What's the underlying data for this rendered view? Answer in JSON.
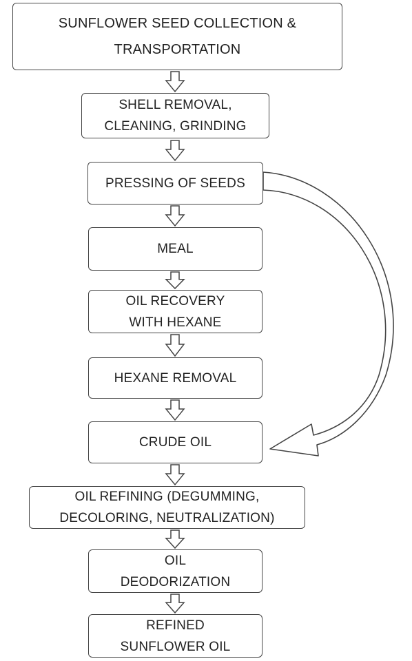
{
  "steps": [
    {
      "id": "s1",
      "label": "SUNFLOWER SEED COLLECTION &\nTRANSPORTATION"
    },
    {
      "id": "s2",
      "label": "SHELL REMOVAL,\nCLEANING, GRINDING"
    },
    {
      "id": "s3",
      "label": "PRESSING OF SEEDS"
    },
    {
      "id": "s4",
      "label": "MEAL"
    },
    {
      "id": "s5",
      "label": "OIL RECOVERY\nWITH HEXANE"
    },
    {
      "id": "s6",
      "label": "HEXANE REMOVAL"
    },
    {
      "id": "s7",
      "label": "CRUDE OIL"
    },
    {
      "id": "s8",
      "label": "OIL REFINING (DEGUMMING,\nDECOLORING, NEUTRALIZATION)"
    },
    {
      "id": "s9",
      "label": "OIL\nDEODORIZATION"
    },
    {
      "id": "s10",
      "label": "REFINED\nSUNFLOWER OIL"
    }
  ],
  "edges": [
    {
      "from": "s1",
      "to": "s2",
      "kind": "down-arrow"
    },
    {
      "from": "s2",
      "to": "s3",
      "kind": "down-arrow"
    },
    {
      "from": "s3",
      "to": "s4",
      "kind": "down-arrow"
    },
    {
      "from": "s4",
      "to": "s5",
      "kind": "down-arrow"
    },
    {
      "from": "s5",
      "to": "s6",
      "kind": "down-arrow"
    },
    {
      "from": "s6",
      "to": "s7",
      "kind": "down-arrow"
    },
    {
      "from": "s7",
      "to": "s8",
      "kind": "down-arrow"
    },
    {
      "from": "s8",
      "to": "s9",
      "kind": "down-arrow"
    },
    {
      "from": "s9",
      "to": "s10",
      "kind": "down-arrow"
    },
    {
      "from": "s3",
      "to": "s7",
      "kind": "curved-bypass-arrow"
    }
  ],
  "colors": {
    "stroke": "#444444",
    "text": "#222222",
    "fill": "#ffffff"
  }
}
